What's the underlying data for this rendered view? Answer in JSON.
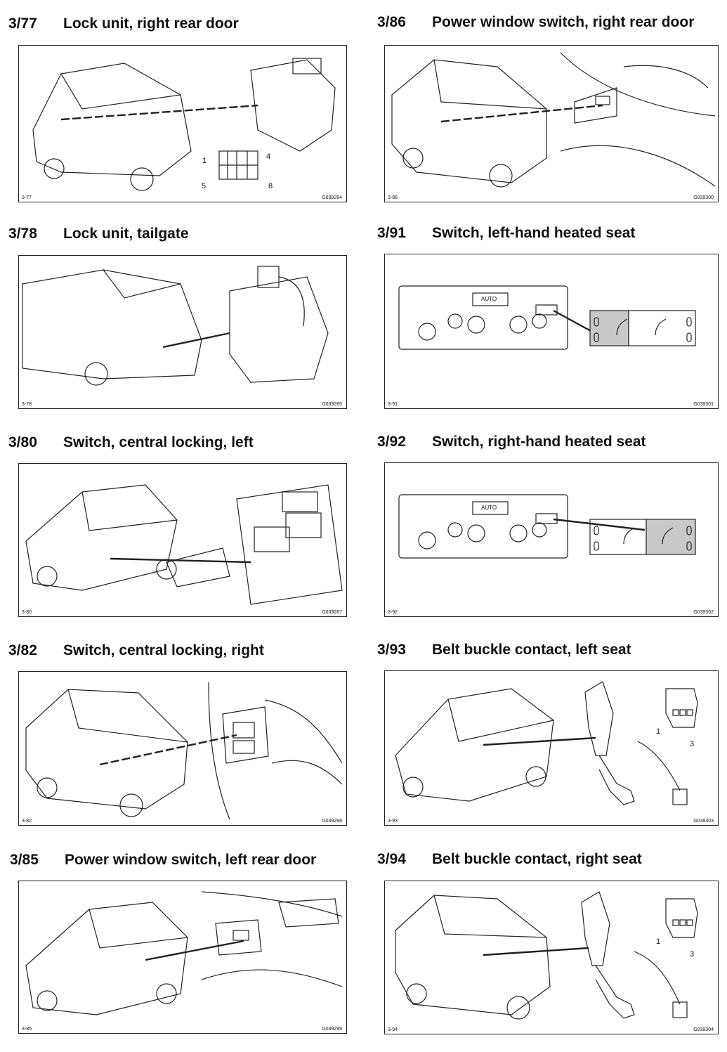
{
  "figures": [
    {
      "number": "3/77",
      "title": "Lock unit, right rear door",
      "caption_left": "3-77",
      "caption_right": "G039284",
      "pins": [
        "1",
        "4",
        "5",
        "8"
      ]
    },
    {
      "number": "3/86",
      "title": "Power window switch, right rear door",
      "caption_left": "3-86",
      "caption_right": "G039300"
    },
    {
      "number": "3/78",
      "title": "Lock unit, tailgate",
      "caption_left": "3-78",
      "caption_right": "G039285"
    },
    {
      "number": "3/91",
      "title": "Switch, left-hand heated seat",
      "caption_left": "3-91",
      "caption_right": "G039301",
      "panel_label": "AUTO"
    },
    {
      "number": "3/80",
      "title": "Switch, central locking, left",
      "caption_left": "3-80",
      "caption_right": "G039287"
    },
    {
      "number": "3/92",
      "title": "Switch, right-hand heated seat",
      "caption_left": "3-92",
      "caption_right": "G039302",
      "panel_label": "AUTO"
    },
    {
      "number": "3/82",
      "title": "Switch, central locking, right",
      "caption_left": "3-82",
      "caption_right": "G039298"
    },
    {
      "number": "3/93",
      "title": "Belt buckle contact, left seat",
      "caption_left": "3-93",
      "caption_right": "G039303",
      "pins": [
        "1",
        "3"
      ]
    },
    {
      "number": "3/85",
      "title": "Power window switch, left rear door",
      "caption_left": "3-85",
      "caption_right": "G039299"
    },
    {
      "number": "3/94",
      "title": "Belt buckle contact, right seat",
      "caption_left": "3-94",
      "caption_right": "G039304",
      "pins": [
        "1",
        "3"
      ]
    }
  ]
}
